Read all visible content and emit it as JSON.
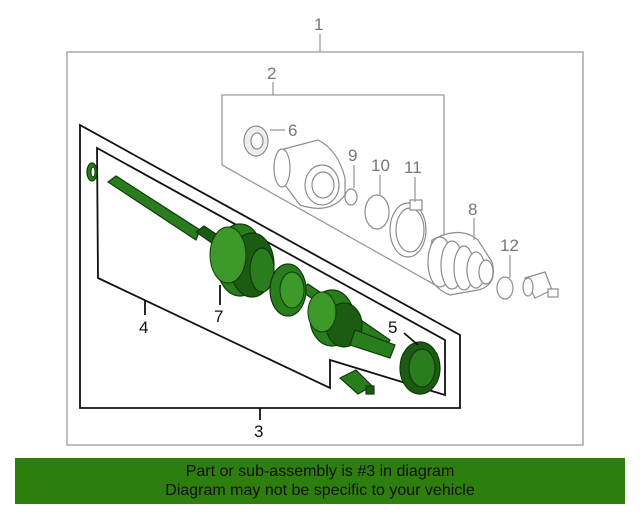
{
  "callouts": {
    "c1": "1",
    "c2": "2",
    "c3": "3",
    "c4": "4",
    "c5": "5",
    "c6": "6",
    "c7": "7",
    "c8": "8",
    "c9": "9",
    "c10": "10",
    "c11": "11",
    "c12": "12"
  },
  "banner": {
    "line1": "Part or sub-assembly is #3 in diagram",
    "line2": "Diagram may not be specific to your vehicle"
  },
  "colors": {
    "highlight_green": "#2a7d1c",
    "banner_green": "#2e7d0f",
    "outline_gray": "#9a9a9a"
  }
}
